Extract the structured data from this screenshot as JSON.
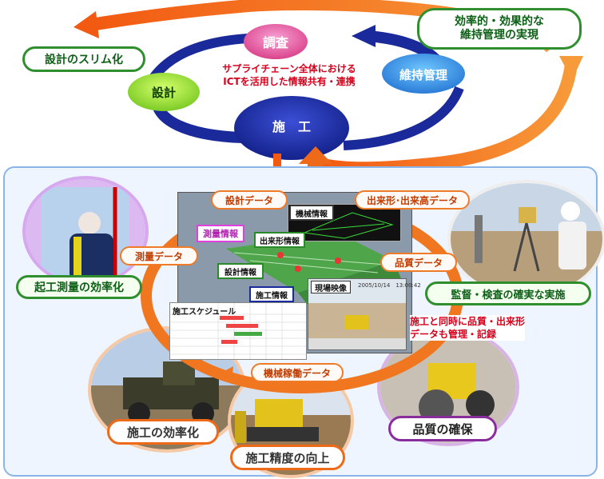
{
  "top": {
    "survey": "調査",
    "design": "設計",
    "construction": "施　工",
    "maintenance": "維持管理",
    "center_text_1": "サプライチェーン全体における",
    "center_text_2": "ICTを活用した情報共有・連携",
    "design_slim": "設計のスリム化",
    "efficient_1": "効率的・効果的な",
    "efficient_2": "維持管理の実現"
  },
  "bottom": {
    "design_data": "設計データ",
    "dekigata_data": "出来形･出来高データ",
    "survey_data": "測量データ",
    "quality_data": "品質データ",
    "machine_data": "機械稼働データ",
    "screen_tags": {
      "survey_info": "測量情報",
      "machine_info": "機械情報",
      "dekigata_info": "出来形情報",
      "design_info": "設計情報",
      "construction_info": "施工情報",
      "site_video": "現場映像",
      "schedule": "施工スケジュール",
      "timestamp": "2005/10/14　13:00:42"
    },
    "kiko": "起工測量の効率化",
    "kantoku": "監督・検査の確実な実施",
    "red_note_1": "施工と同時に品質・出来形",
    "red_note_2": "データも管理・記録",
    "efficiency": "施工の効率化",
    "precision": "施工精度の向上",
    "quality": "品質の確保"
  }
}
